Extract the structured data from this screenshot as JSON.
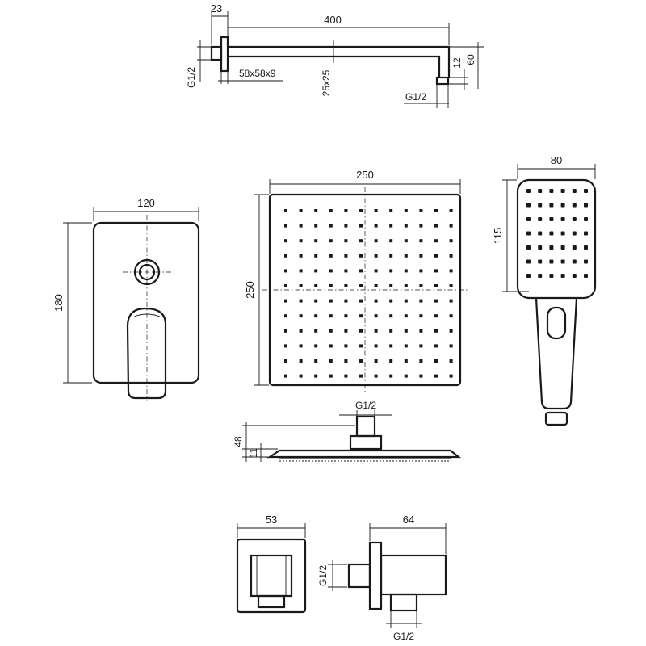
{
  "shower_arm": {
    "flange_width": "23",
    "arm_length": "400",
    "inlet_thread": "G1/2",
    "flange_size": "58x58x9",
    "arm_section": "25x25",
    "outlet_thread": "G1/2",
    "outlet_height": "12",
    "drop_height": "60"
  },
  "mixer_plate": {
    "width": "120",
    "height": "180"
  },
  "rain_head": {
    "width": "250",
    "depth": "250",
    "thread": "G1/2",
    "total_height": "48",
    "plate_thickness": "11"
  },
  "hand_shower": {
    "width": "80",
    "head_length": "115"
  },
  "wall_outlet": {
    "front_width": "53",
    "side_depth": "64",
    "wall_thread": "G1/2",
    "hose_thread": "G1/2"
  }
}
